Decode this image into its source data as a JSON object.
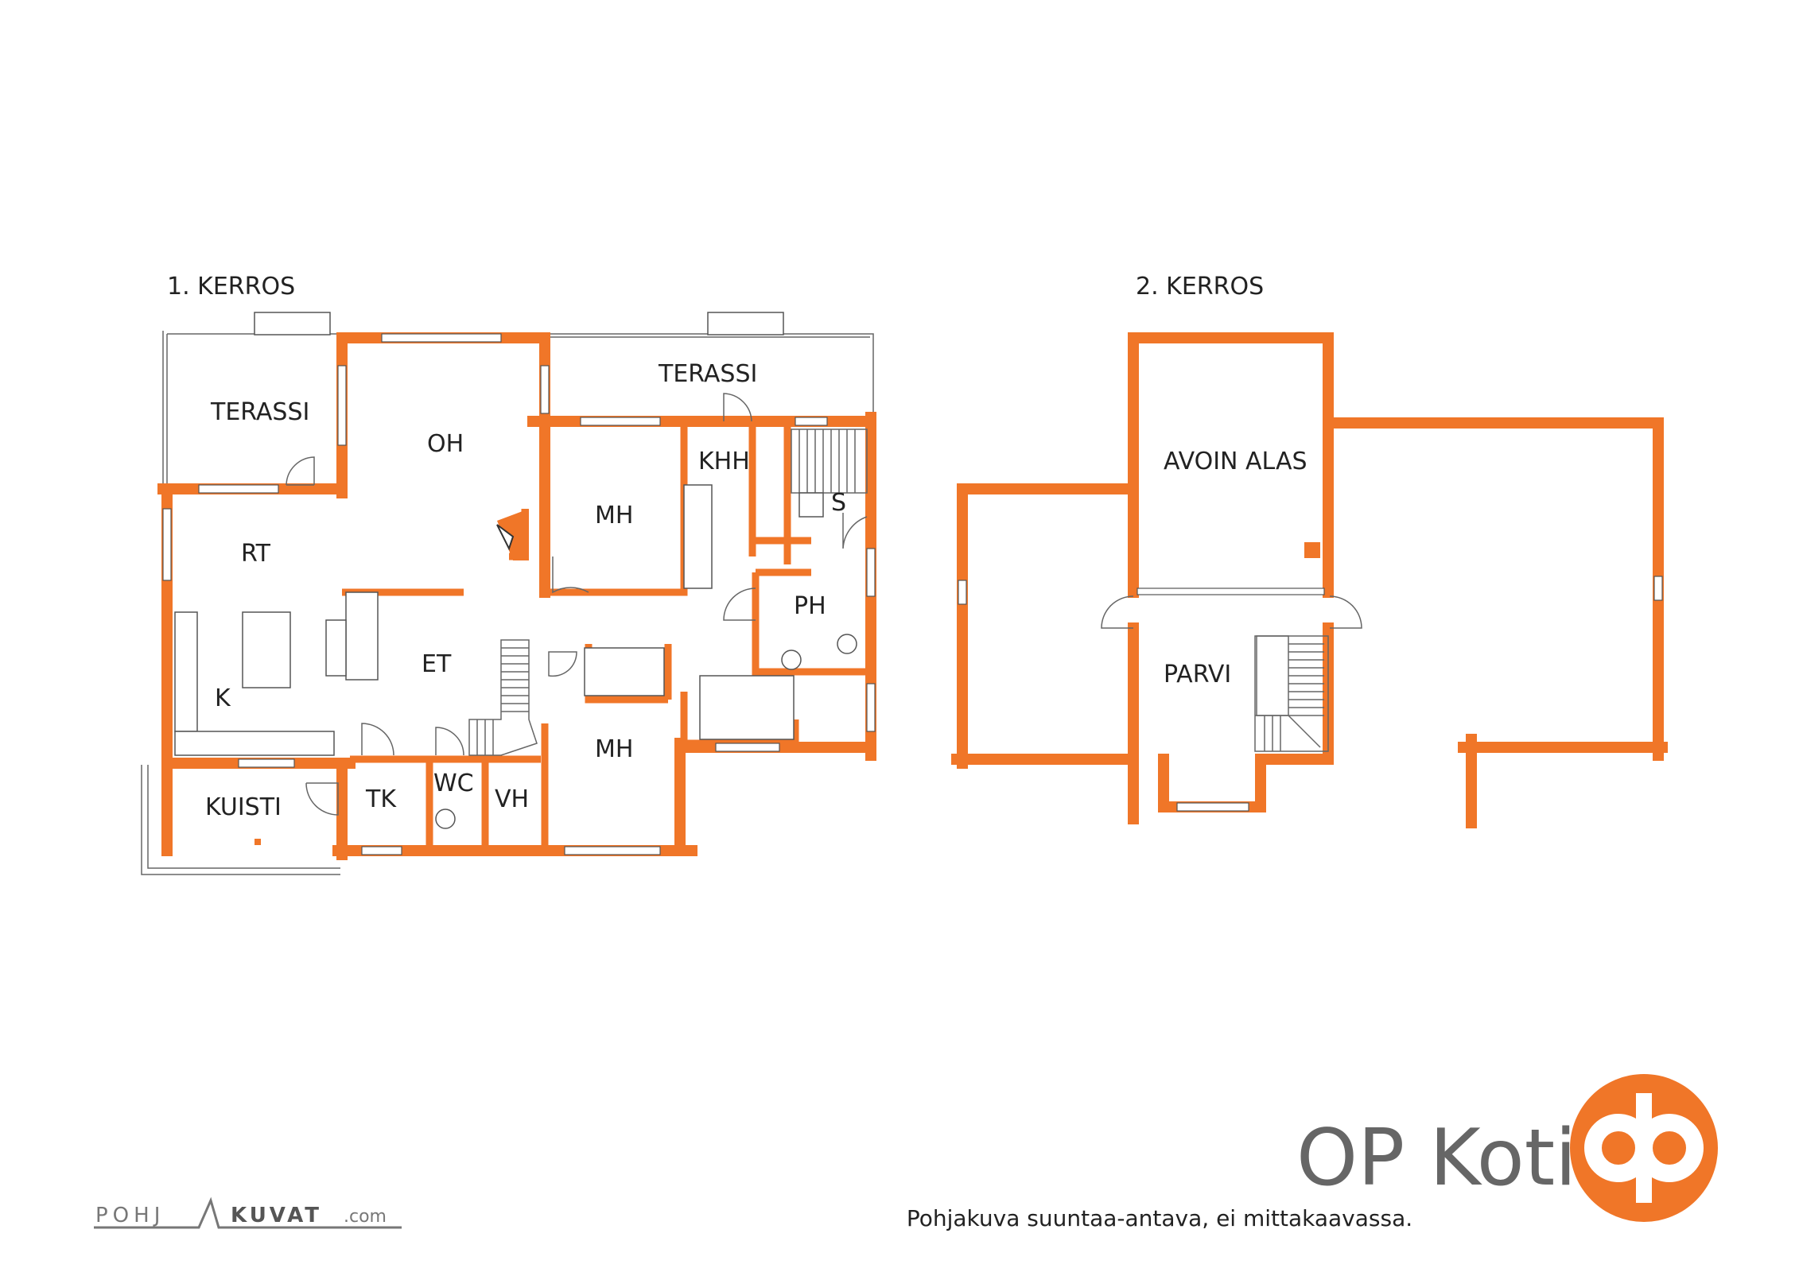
{
  "floors": [
    {
      "title": "1. KERROS",
      "rooms": [
        "TERASSI",
        "OH",
        "TERASSI",
        "KHH",
        "MH",
        "S",
        "RT",
        "PH",
        "ET",
        "K",
        "MH",
        "WC",
        "VH",
        "TK",
        "KUISTI"
      ]
    },
    {
      "title": "2. KERROS",
      "rooms": [
        "AVOIN ALAS",
        "PARVI"
      ]
    }
  ],
  "footer": {
    "note": "Pohjakuva suuntaa-antava, ei mittakaavassa.",
    "credit_logo": "POHJAKUVAT.com",
    "brand": "OP Koti"
  },
  "colors": {
    "wall": "#f07628",
    "brand_orange": "#f07628",
    "text": "#222222",
    "brand_text": "#666666"
  }
}
